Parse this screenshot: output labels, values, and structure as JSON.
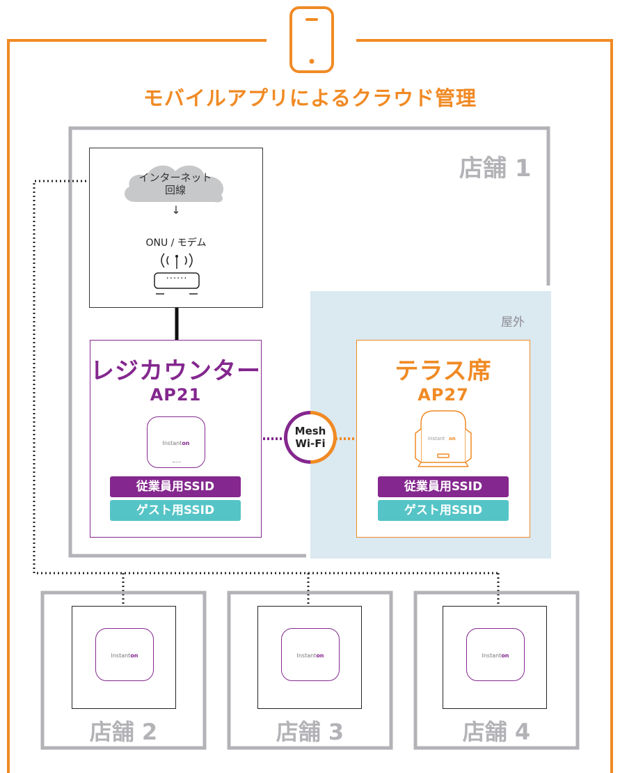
{
  "title": "モバイルアプリによるクラウド管理",
  "icons": {
    "phone": "smartphone-icon",
    "cloud": "cloud-icon",
    "router": "router-icon",
    "wifi": "wifi-signal-icon",
    "ap": "access-point-icon",
    "ap_outdoor": "outdoor-access-point-icon"
  },
  "colors": {
    "orange": "#f08a24",
    "purple": "#84278e",
    "teal": "#55c4c6",
    "gray": "#b3b3b7",
    "outdoor_bg": "#dbe9f1"
  },
  "store1": {
    "label": "店舗 1",
    "internet": {
      "line1": "インターネット",
      "line2": "回線",
      "arrow": "↓"
    },
    "onu": {
      "label": "ONU / モデム",
      "dots": "······"
    },
    "outdoor_label": "屋外",
    "register": {
      "name": "レジカウンター",
      "ap": "AP21",
      "ssid_staff": "従業員用SSID",
      "ssid_guest": "ゲスト用SSID"
    },
    "terrace": {
      "name": "テラス席",
      "ap": "AP27",
      "ssid_staff": "従業員用SSID",
      "ssid_guest": "ゲスト用SSID"
    },
    "mesh": {
      "line1": "Mesh",
      "line2": "Wi-Fi"
    }
  },
  "ap_logo": {
    "word1": "Instant",
    "word2": "on"
  },
  "stores": [
    {
      "label": "店舗 2"
    },
    {
      "label": "店舗 3"
    },
    {
      "label": "店舗 4"
    }
  ]
}
